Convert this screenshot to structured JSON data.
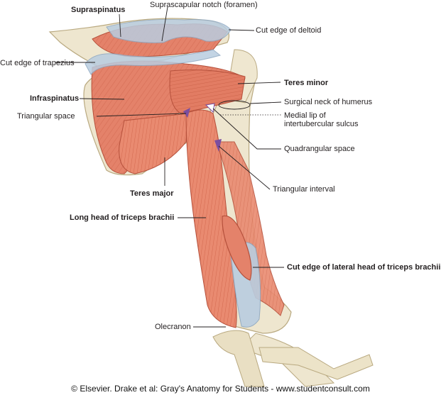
{
  "labels": {
    "supraspinatus": "Supraspinatus",
    "suprascapular_notch": "Suprascapular notch (foramen)",
    "cut_edge_deltoid": "Cut edge of deltoid",
    "cut_edge_trapezius": "Cut edge of trapezius",
    "teres_minor": "Teres minor",
    "infraspinatus": "Infraspinatus",
    "surgical_neck": "Surgical neck of humerus",
    "triangular_space": "Triangular space",
    "medial_lip_line1": "Medial lip of",
    "medial_lip_line2": "intertubercular sulcus",
    "quadrangular_space": "Quadrangular space",
    "triangular_interval": "Triangular interval",
    "teres_major": "Teres major",
    "long_head_triceps": "Long head of triceps brachii",
    "cut_edge_lateral_head": "Cut edge of lateral head of triceps brachii",
    "olecranon": "Olecranon"
  },
  "credit": "© Elsevier. Drake et al: Gray's Anatomy for Students - www.studentconsult.com",
  "colors": {
    "muscle": "#e4826a",
    "muscle_dark": "#c9604a",
    "bone": "#eee6cf",
    "bone_shade": "#d6caa6",
    "tendon": "#b9cde0",
    "cut_edge": "#9fb9d4",
    "leader": "#231f20"
  }
}
